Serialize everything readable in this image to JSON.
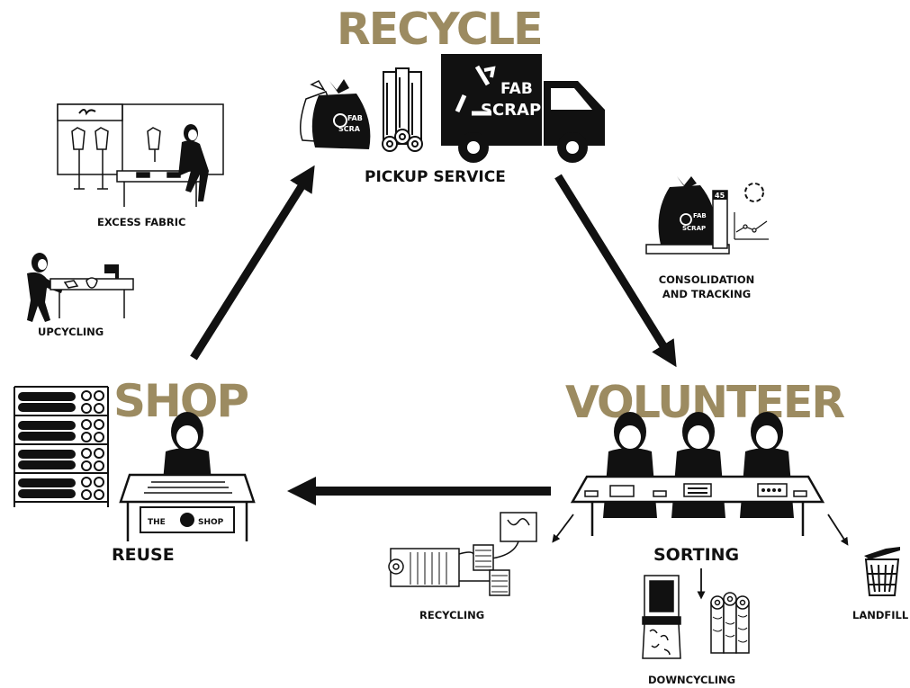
{
  "colors": {
    "accent": "#9c8b61",
    "ink": "#111111",
    "background": "#ffffff"
  },
  "stages": {
    "recycle": {
      "title": "RECYCLE",
      "subtitle": "PICKUP SERVICE"
    },
    "volunteer": {
      "title": "VOLUNTEER",
      "subtitle": "SORTING"
    },
    "shop": {
      "title": "SHOP",
      "subtitle": "REUSE"
    }
  },
  "brand": {
    "logo_line1": "FAB",
    "logo_line2": "SCRAP",
    "bag_line1": "FAB",
    "bag_line2": "SCRA"
  },
  "shop_sign": {
    "left": "THE",
    "right": "SHOP"
  },
  "scale_readout": "45",
  "labels": {
    "excess_fabric": "EXCESS FABRIC",
    "upcycling": "UPCYCLING",
    "consolidation_line1": "CONSOLIDATION",
    "consolidation_line2": "AND TRACKING",
    "recycling": "RECYCLING",
    "downcycling": "DOWNCYCLING",
    "landfill": "LANDFILL"
  },
  "icons": [
    "fabric-bag-icon",
    "fabric-rolls-icon",
    "delivery-truck-icon",
    "recycle-icon",
    "boutique-icon",
    "sewing-worker-icon",
    "scale-icon",
    "fabric-shelves-icon",
    "shopkeeper-icon",
    "volunteer-sorting-icon",
    "textile-machine-icon",
    "shredded-fabric-icon",
    "trash-can-icon",
    "arrow-icon"
  ]
}
